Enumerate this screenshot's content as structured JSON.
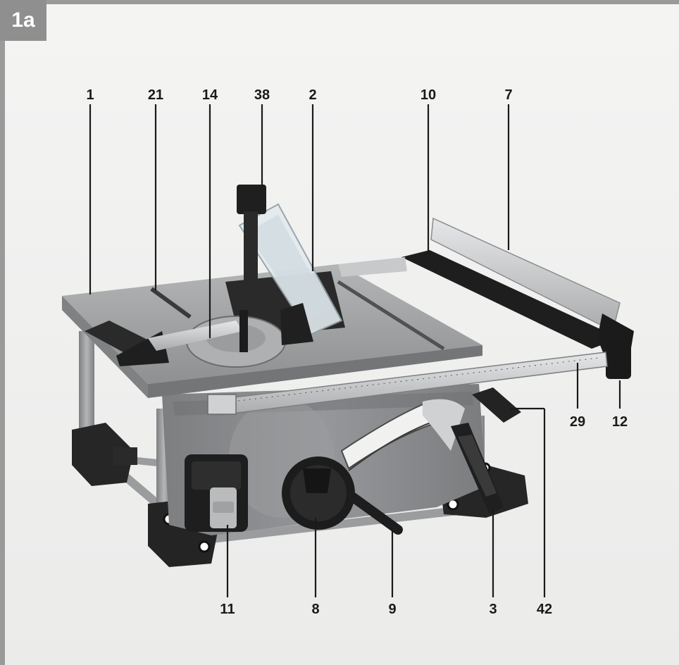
{
  "figure": {
    "tag": "1a"
  },
  "callouts": {
    "c1": "1",
    "c21": "21",
    "c14": "14",
    "c38": "38",
    "c2": "2",
    "c10": "10",
    "c7": "7",
    "c29": "29",
    "c12": "12",
    "c11": "11",
    "c8": "8",
    "c9": "9",
    "c3": "3",
    "c42": "42"
  },
  "colors": {
    "table_top": "#9d9fa0",
    "body_gray": "#8b8d8f",
    "dark_part": "#222222",
    "aluminum": "#cfd1d2",
    "blade_guard": "#dfe6ea",
    "background": "#efefee",
    "frame": "#9a9a9a"
  }
}
